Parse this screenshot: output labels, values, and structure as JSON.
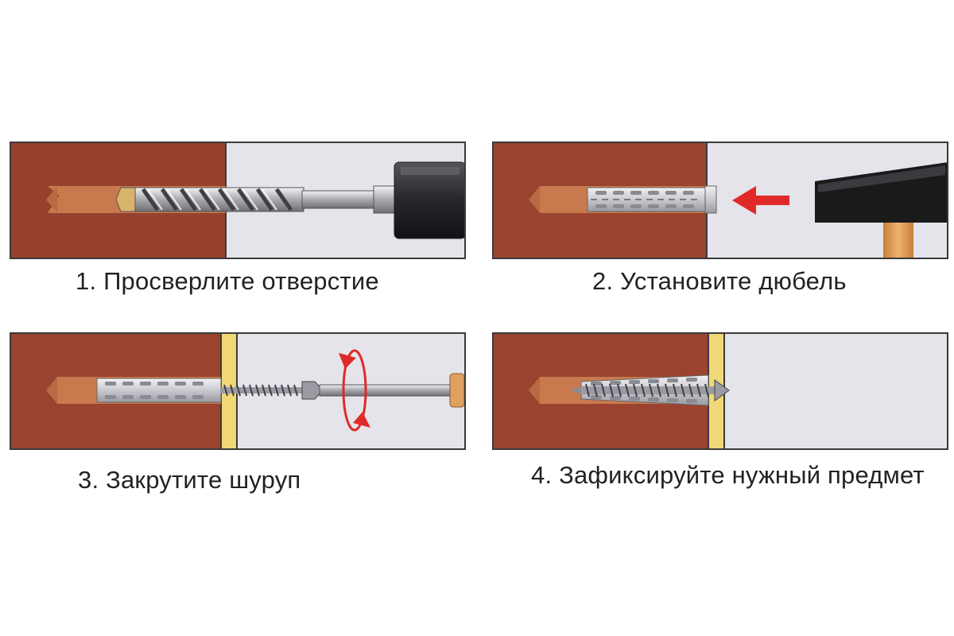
{
  "colors": {
    "brick": "#9a4430",
    "hole": "#c87a4e",
    "wall_surface": "#e4e4ea",
    "plaster": "#f0d878",
    "dowel": "#c9c9cf",
    "arrow": "#e02a2a",
    "hammer": "#1a1a1a",
    "handle": "#e0a060"
  },
  "steps": [
    {
      "caption": "1. Просверлите отверстие",
      "icon": "drill-icon"
    },
    {
      "caption": "2. Установите дюбель",
      "icon": "hammer-icon"
    },
    {
      "caption": "3. Закрутите шуруп",
      "icon": "screwdriver-icon"
    },
    {
      "caption": "4. Зафиксируйте нужный предмет",
      "icon": "screw-icon"
    }
  ]
}
